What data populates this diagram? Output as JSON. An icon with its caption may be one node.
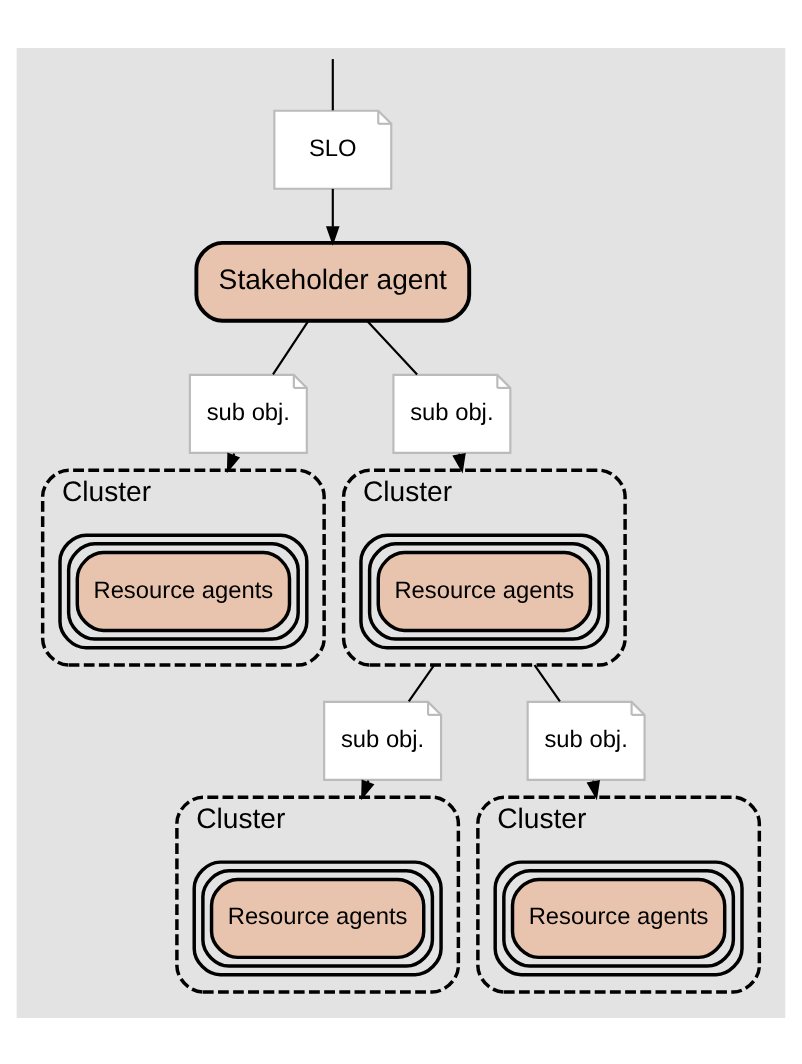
{
  "diagram": {
    "nodes": [
      {
        "text": [
          "SLO"
        ]
      },
      {
        "text": [
          "Stakeholder agent"
        ]
      },
      {
        "text": [
          "sub obj."
        ]
      },
      {
        "text": [
          "sub obj."
        ]
      },
      {
        "text": [],
        "shape": "ellipse",
        "beside": [
          "Cluster"
        ]
      },
      {
        "text": [
          "Resource agents"
        ],
        "in": 4
      },
      {
        "text": [],
        "shape": "ellipse",
        "beside": [
          "Cluster"
        ]
      },
      {
        "text": [
          "Resource agents"
        ],
        "in": 6
      },
      {
        "text": [
          "sub obj."
        ]
      },
      {
        "text": [
          "sub obj."
        ]
      },
      {
        "text": [],
        "shape": "ellipse",
        "beside": [
          "Cluster"
        ]
      },
      {
        "text": [
          "Resource agents"
        ],
        "in": 10
      },
      {
        "text": [],
        "shape": "ellipse",
        "beside": [
          "Cluster"
        ]
      },
      {
        "text": [
          "Resource agents"
        ],
        "in": 12
      }
    ],
    "edges": [
      {
        "from": null,
        "to": 0,
        "arrow": "none"
      },
      {
        "from": 0,
        "to": 1,
        "arrow": "to"
      },
      {
        "from": 1,
        "to": 2,
        "arrow": "none"
      },
      {
        "from": 1,
        "to": 3,
        "arrow": "none"
      },
      {
        "from": 2,
        "to": 4,
        "arrow": "to"
      },
      {
        "from": 3,
        "to": 6,
        "arrow": "to"
      },
      {
        "from": 6,
        "to": 8,
        "arrow": "none"
      },
      {
        "from": 6,
        "to": 9,
        "arrow": "none"
      },
      {
        "from": 8,
        "to": 10,
        "arrow": "to"
      },
      {
        "from": 9,
        "to": 12,
        "arrow": "to"
      }
    ]
  }
}
